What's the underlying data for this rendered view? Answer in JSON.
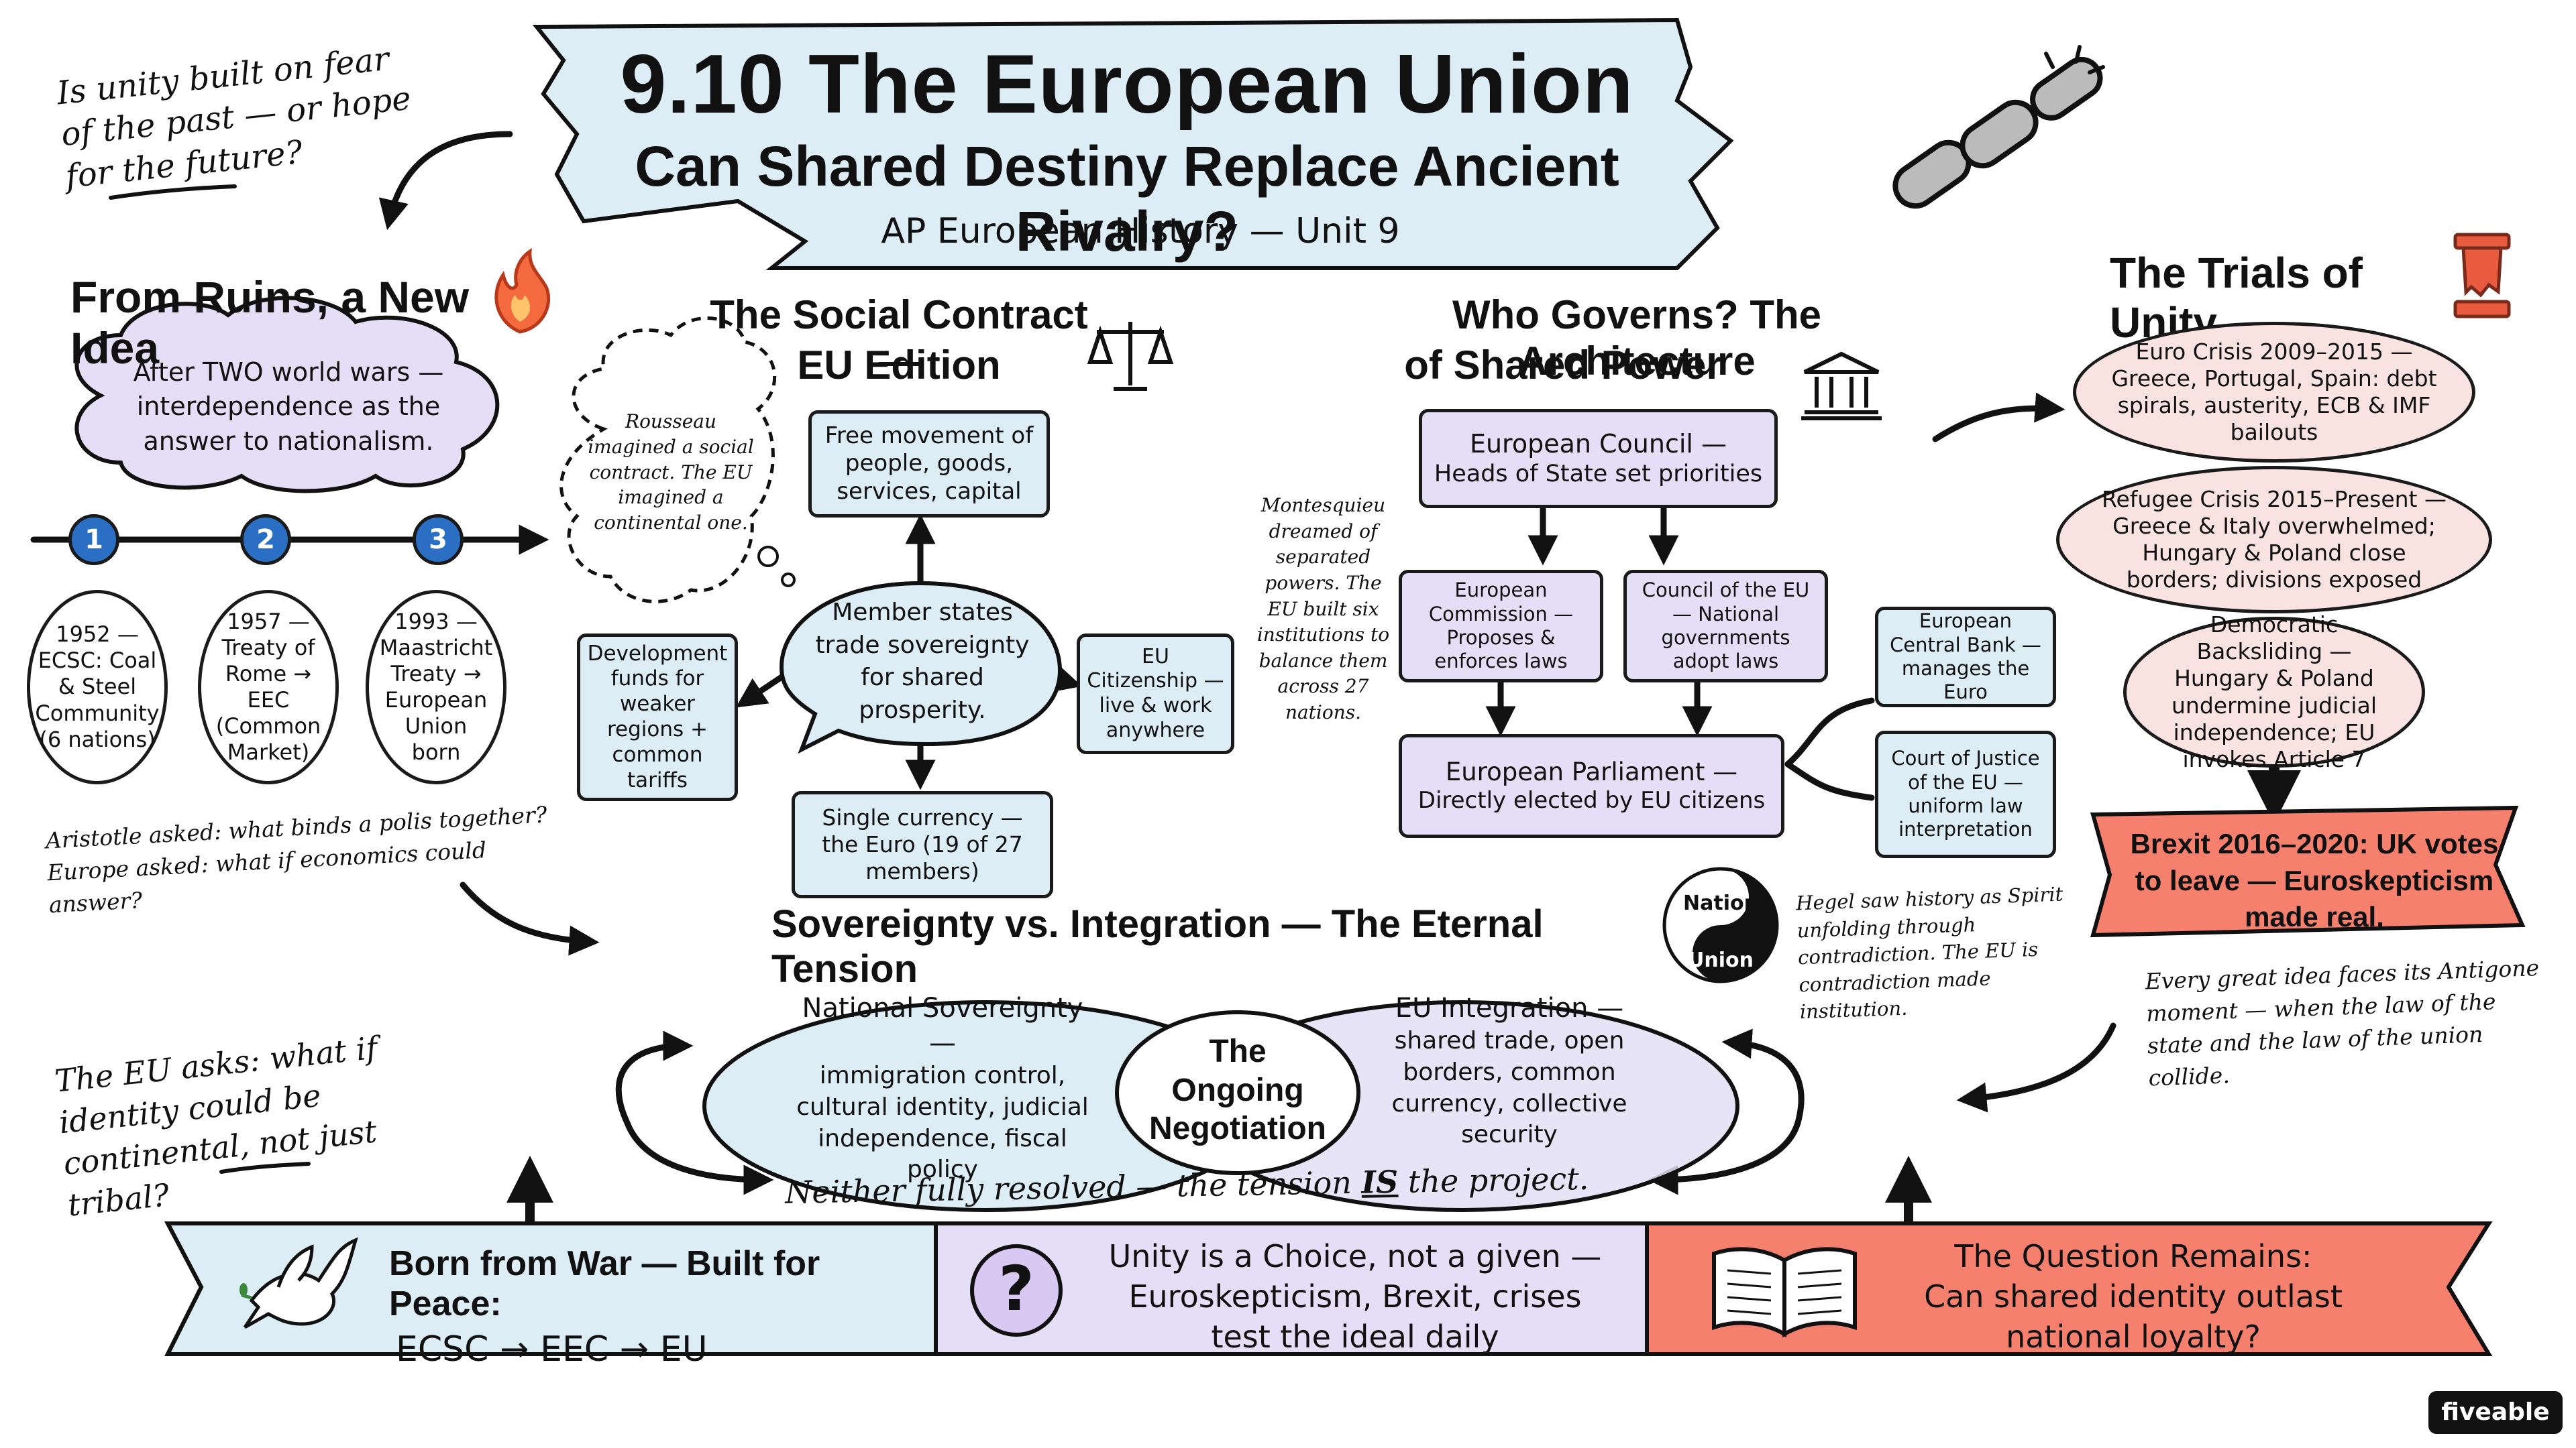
{
  "header": {
    "title": "9.10 The European Union",
    "subtitle": "Can Shared Destiny Replace Ancient Rivalry?",
    "course": "AP European History — Unit 9"
  },
  "top_left_question": "Is unity built on fear of the past — or hope for the future?",
  "ruins": {
    "heading": "From Ruins, a New Idea",
    "cloud": "After TWO world wars — interdependence as the answer to nationalism.",
    "timeline": [
      {
        "num": "1",
        "text": "1952 — ECSC: Coal & Steel Community (6 nations)"
      },
      {
        "num": "2",
        "text": "1957 — Treaty of Rome → EEC (Common Market)"
      },
      {
        "num": "3",
        "text": "1993 — Maastricht Treaty → European Union born"
      }
    ],
    "aristotle": "Aristotle asked: what binds a polis together? Europe asked: what if economics could answer?"
  },
  "social_contract": {
    "heading_1": "The Social Contract —",
    "heading_2": "EU Edition",
    "rousseau": "Rousseau imagined a social contract. The EU imagined a continental one.",
    "center": "Member states trade sovereignty for shared prosperity.",
    "free_movement": "Free movement of people, goods, services, capital",
    "citizenship": "EU Citizenship — live & work anywhere",
    "development": "Development funds for weaker regions + common tariffs",
    "currency": "Single currency — the Euro (19 of 27 members)"
  },
  "governance": {
    "heading_1": "Who Governs? The Architecture",
    "heading_2": "of Shared Power",
    "montesquieu": "Montesquieu dreamed of separated powers. The EU built six institutions to balance them across 27 nations.",
    "council_title": "European Council —",
    "council_desc": "Heads of State set priorities",
    "commission": "European Commission — Proposes & enforces laws",
    "council_eu": "Council of the EU — National governments adopt laws",
    "parliament_title": "European Parliament —",
    "parliament_desc": "Directly elected by EU citizens",
    "central_bank": "European Central Bank — manages the Euro",
    "court": "Court of Justice of the EU — uniform law interpretation"
  },
  "trials": {
    "heading": "The Trials of Unity",
    "euro_crisis": "Euro Crisis 2009–2015 — Greece, Portugal, Spain: debt spirals, austerity, ECB & IMF bailouts",
    "refugee": "Refugee Crisis 2015–Present — Greece & Italy overwhelmed; Hungary & Poland close borders; divisions exposed",
    "backsliding": "Democratic Backsliding — Hungary & Poland undermine judicial independence; EU invokes Article 7",
    "brexit": "Brexit 2016–2020: UK votes to leave — Euroskepticism made real.",
    "antigone": "Every great idea faces its Antigone moment — when the law of the state and the law of the union collide."
  },
  "tension": {
    "heading": "Sovereignty vs. Integration — The Eternal Tension",
    "yin_top": "Nation",
    "yin_bottom": "Union",
    "hegel": "Hegel saw history as Spirit unfolding through contradiction. The EU is contradiction made institution.",
    "sovereignty_title": "National Sovereignty —",
    "sovereignty_items": "immigration control, cultural identity, judicial independence, fiscal policy",
    "middle": "The Ongoing Negotiation",
    "integration_title": "EU Integration —",
    "integration_items": "shared trade, open borders, common currency, collective security",
    "resolved_1": "Neither fully resolved — the tension ",
    "resolved_is": "IS",
    "resolved_2": " the project.",
    "identity_question": "The EU asks: what if identity could be continental, not just tribal?"
  },
  "footer": {
    "peace_title": "Born from War — Built for Peace:",
    "peace_flow": "ECSC → EEC → EU",
    "choice_title": "Unity is a Choice, not a given —",
    "choice_desc": "Euroskepticism, Brexit, crises test the ideal daily",
    "question_title": "The Question Remains:",
    "question_desc": "Can shared identity outlast national loyalty?"
  },
  "brand": "fiveable",
  "colors": {
    "blue": "#dcedf6",
    "lavender": "#e4dff6",
    "pink": "#f9e3e0",
    "coral": "#f4806d",
    "marker": "#2a6fc4"
  },
  "icons": [
    "phoenix-icon",
    "scales-icon",
    "pillar-building-icon",
    "broken-chain-icon",
    "broken-column-icon",
    "dove-icon",
    "question-icon",
    "open-book-icon",
    "yin-yang-icon"
  ]
}
